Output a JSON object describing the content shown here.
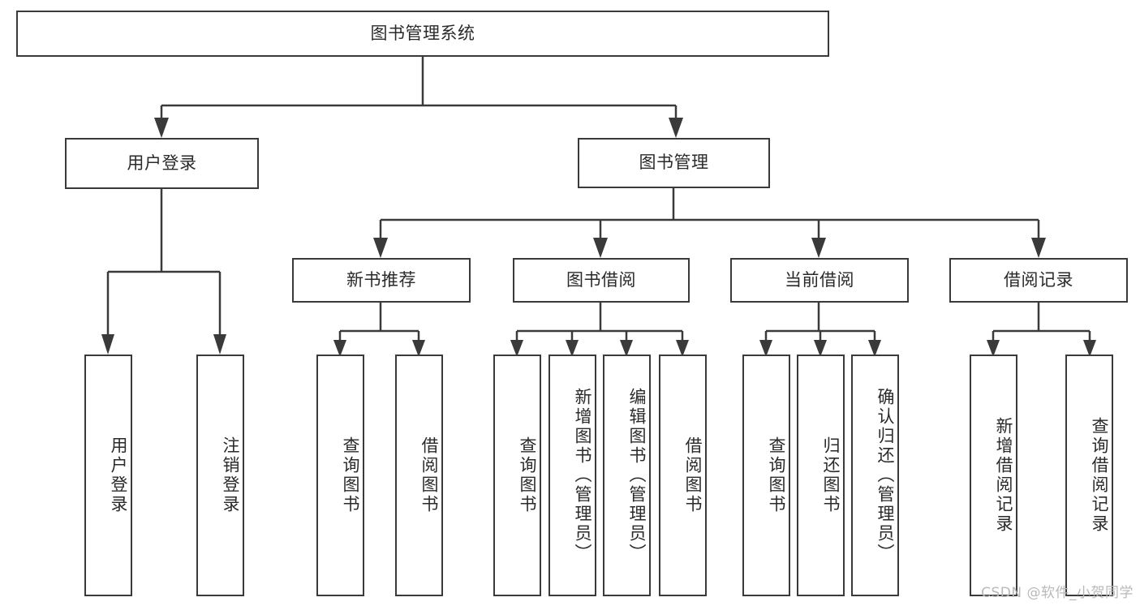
{
  "diagram": {
    "type": "tree",
    "title": "图书管理系统",
    "colors": {
      "stroke": "#3a3a3a",
      "box_fill": "#ffffff",
      "text": "#2a2a2a",
      "watermark": "#b9b9b9",
      "background": "#ffffff"
    },
    "root": {
      "label": "图书管理系统"
    },
    "level2": [
      {
        "label": "用户登录"
      },
      {
        "label": "图书管理"
      }
    ],
    "level3": [
      {
        "label": "新书推荐"
      },
      {
        "label": "图书借阅"
      },
      {
        "label": "当前借阅"
      },
      {
        "label": "借阅记录"
      }
    ],
    "leaves": {
      "user_login": [
        {
          "label": "用户登录"
        },
        {
          "label": "注销登录"
        }
      ],
      "new_book_recommend": [
        {
          "label": "查询图书"
        },
        {
          "label": "借阅图书"
        }
      ],
      "book_borrow": [
        {
          "label": "查询图书"
        },
        {
          "label": "新增图书（管理员）"
        },
        {
          "label": "编辑图书（管理员）"
        },
        {
          "label": "借阅图书"
        }
      ],
      "current_borrow": [
        {
          "label": "查询图书"
        },
        {
          "label": "归还图书"
        },
        {
          "label": "确认归还（管理员）"
        }
      ],
      "borrow_record": [
        {
          "label": "新增借阅记录"
        },
        {
          "label": "查询借阅记录"
        }
      ]
    },
    "watermark": "CSDN @软件_小贺同学"
  }
}
